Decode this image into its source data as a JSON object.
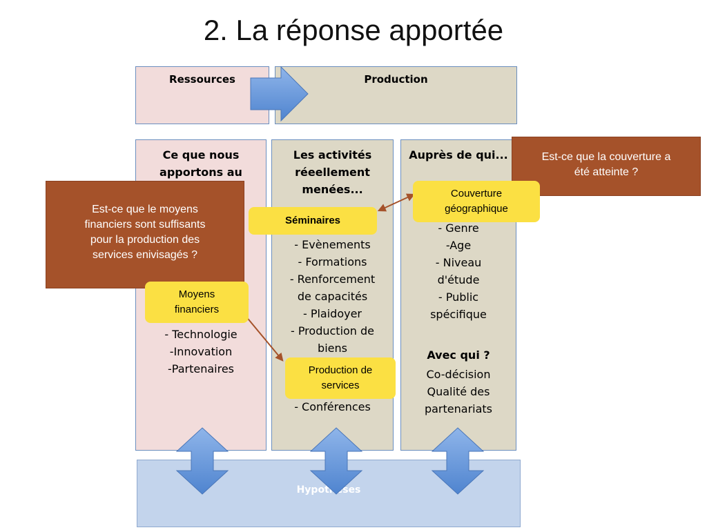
{
  "title": "2. La réponse apportée",
  "top_row": {
    "resources_label": "Ressources",
    "production_label": "Production"
  },
  "columns": {
    "resources": {
      "header_lines": [
        "Ce que nous",
        "apportons au"
      ],
      "items": [
        "- Technologie",
        "-Innovation",
        "-Partenaires"
      ]
    },
    "activities": {
      "header_lines": [
        "Les activités",
        "réeellement",
        "menées..."
      ],
      "items": [
        "- Evènements",
        "- Formations",
        "- Renforcement",
        "de capacités",
        "- Plaidoyer",
        "- Production de",
        "biens"
      ],
      "last_item": "- Conférences"
    },
    "public": {
      "header": "Auprès de qui...",
      "items": [
        "- Genre",
        "-Age",
        "- Niveau",
        "d'étude",
        "- Public",
        "spécifique"
      ],
      "with_whom_header": "Avec qui ?",
      "with_whom_items": [
        "Co-décision",
        "Qualité des",
        "partenariats"
      ]
    }
  },
  "callouts": {
    "financial_question": [
      "Est-ce que le moyens",
      "financiers sont suffisants",
      "pour la production des",
      "services enivisagés ?"
    ],
    "coverage_question": [
      "Est-ce que la couverture a",
      "été atteinte ?"
    ]
  },
  "highlights": {
    "seminaires": "Séminaires",
    "couverture": [
      "Couverture",
      "géographique"
    ],
    "moyens": [
      "Moyens",
      "financiers"
    ],
    "production_services": [
      "Production de",
      "services"
    ]
  },
  "bottom": {
    "hypotheses_label": "Hypothèses"
  },
  "colors": {
    "pink": "#f2dcdb",
    "tan": "#ddd8c6",
    "orange": "#a5522a",
    "yellow": "#fbe043",
    "blue_arrow": "#5b8fd6",
    "brown_arrow": "#a5522a",
    "hypotheses_bg": "#c3d4ec"
  }
}
